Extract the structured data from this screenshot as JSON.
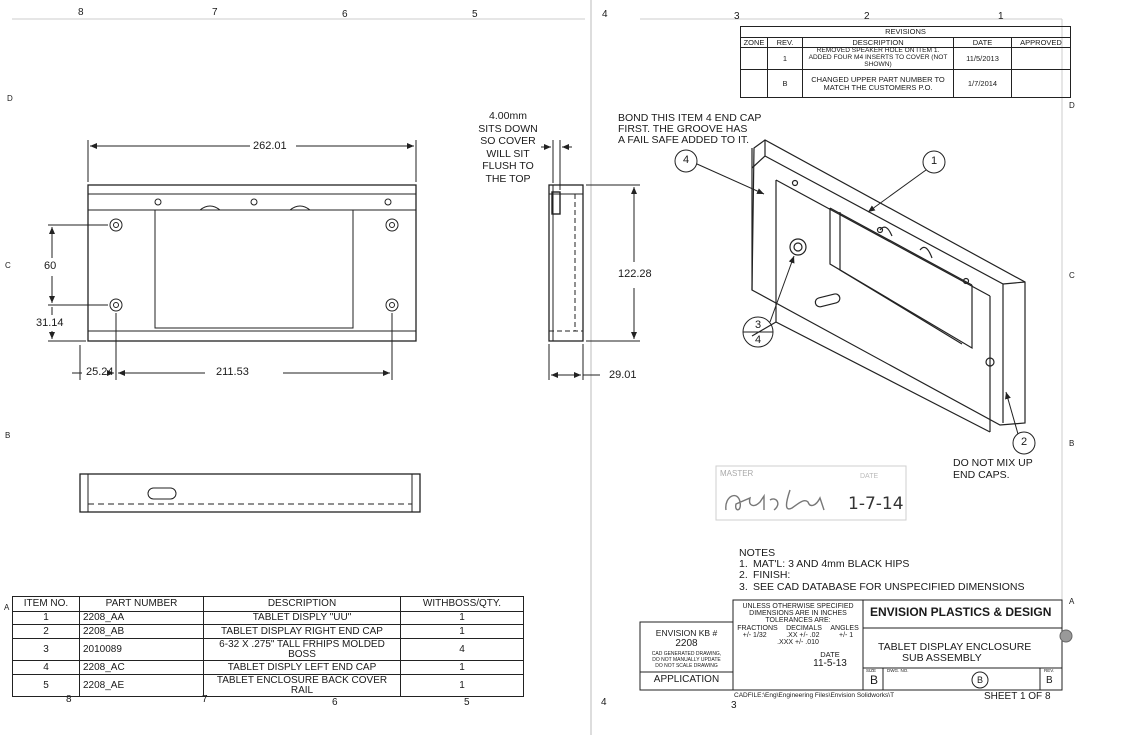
{
  "border": {
    "top_zones": [
      "8",
      "7",
      "6",
      "5",
      "4",
      "3",
      "2",
      "1"
    ],
    "bottom_zones": [
      "8",
      "7",
      "6",
      "5",
      "4",
      "3"
    ],
    "left_zones": [
      "D",
      "C",
      "B",
      "A"
    ],
    "right_zones": [
      "D",
      "C",
      "B",
      "A"
    ]
  },
  "revisions": {
    "title": "REVISIONS",
    "headers": [
      "ZONE",
      "REV.",
      "DESCRIPTION",
      "DATE",
      "APPROVED"
    ],
    "rows": [
      {
        "zone": "",
        "rev": "1",
        "description": "REMOVED SPEAKER HOLE ON ITEM 1. ADDED FOUR M4 INSERTS TO COVER (NOT SHOWN)",
        "date": "11/5/2013",
        "approved": ""
      },
      {
        "zone": "",
        "rev": "B",
        "description": "CHANGED UPPER PART NUMBER TO MATCH THE CUSTOMERS P.O.",
        "date": "1/7/2014",
        "approved": ""
      }
    ]
  },
  "dimensions": {
    "width_overall": "262.01",
    "hole_spacing_vertical": "60",
    "edge_to_hole_vertical": "31.14",
    "edge_to_hole_horizontal": "25.24",
    "hole_spacing_horizontal": "211.53",
    "height_overall": "122.28",
    "depth": "29.01"
  },
  "notes_callout_side": [
    "4.00mm",
    "SITS DOWN",
    "SO COVER",
    "WILL SIT",
    "FLUSH TO",
    "THE TOP"
  ],
  "callout_bond": [
    "BOND THIS ITEM 4 END CAP",
    "FIRST. THE GROOVE HAS",
    "A FAIL SAFE ADDED TO IT."
  ],
  "callout_mix": [
    "DO NOT MIX UP",
    "END CAPS."
  ],
  "balloons": {
    "b1": "1",
    "b2": "2",
    "b3_top": "3",
    "b3_bottom": "4",
    "b4": "4"
  },
  "stamp": {
    "left_label": "MASTER",
    "right_label": "DATE",
    "date": "1-7-14"
  },
  "notes": {
    "title": "NOTES",
    "items": [
      {
        "num": "1.",
        "text": "MAT'L:  3 AND 4mm BLACK HIPS"
      },
      {
        "num": "2.",
        "text": "FINISH:"
      },
      {
        "num": "3.",
        "text": "SEE CAD DATABASE FOR UNSPECIFIED DIMENSIONS"
      }
    ]
  },
  "bom": {
    "headers": [
      "ITEM NO.",
      "PART NUMBER",
      "DESCRIPTION",
      "WITHBOSS/QTY."
    ],
    "rows": [
      {
        "item": "1",
        "part": "2208_AA",
        "desc": "TABLET DISPLY \"UU\"",
        "qty": "1"
      },
      {
        "item": "2",
        "part": "2208_AB",
        "desc": "TABLET DISPLAY RIGHT END CAP",
        "qty": "1"
      },
      {
        "item": "3",
        "part": "2010089",
        "desc": "6-32 X .275\" TALL FRHIPS MOLDED BOSS",
        "qty": "4"
      },
      {
        "item": "4",
        "part": "2208_AC",
        "desc": "TABLET DISPLY LEFT END CAP",
        "qty": "1"
      },
      {
        "item": "5",
        "part": "2208_AE",
        "desc": "TABLET ENCLOSURE BACK COVER RAIL",
        "qty": "1"
      }
    ]
  },
  "title_block": {
    "company": "ENVISION PLASTICS & DESIGN",
    "tolerance_lines": [
      "UNLESS OTHERWISE SPECIFIED",
      "DIMENSIONS ARE IN INCHES",
      "TOLERANCES ARE:"
    ],
    "tol_headers": [
      "FRACTIONS",
      "DECIMALS",
      "ANGLES"
    ],
    "tol_values_1": [
      "+/- 1/32",
      ".XX +/- .02",
      "+/- 1"
    ],
    "tol_values_2": ".XXX +/- .010",
    "kb_label": "ENVISION KB #",
    "kb_value": "2208",
    "cad_note_lines": [
      "CAD GENERATED DRAWING,",
      "DO NOT MANUALLY UPDATE",
      "DO NOT SCALE DRAWING"
    ],
    "date_label": "DATE",
    "date_value": "11-5-13",
    "application": "APPLICATION",
    "title_line1": "TABLET DISPLAY ENCLOSURE",
    "title_line2": "SUB ASSEMBLY",
    "size_label": "SIZE",
    "size_value": "B",
    "dwg_label": "DWG. NO.",
    "rev_label": "REV.",
    "rev_value": "B",
    "rev_circle": "B",
    "sheet": "SHEET 1 OF 8",
    "cad_file": "CADFILE:\\Eng\\Engineering Files\\Envision Solidworks\\T"
  }
}
